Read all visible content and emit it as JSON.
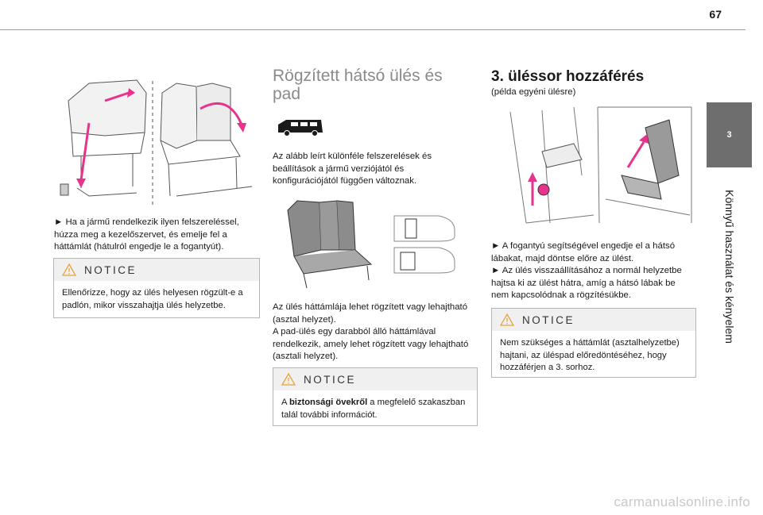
{
  "page": {
    "number": "67",
    "side_tab_number": "3",
    "side_title": "Könnyű használat és kényelem",
    "footer_watermark": "carmanualsonline.info"
  },
  "col1": {
    "instruction": "► Ha a jármű rendelkezik ilyen felszereléssel, húzza meg a kezelőszervet, és emelje fel a háttámlát (hátulról engedje le a fogantyút).",
    "notice": {
      "title": "NOTICE",
      "body": "Ellenőrizze, hogy az ülés helyesen rögzült-e a padlón, mikor visszahajtja ülés helyzetbe."
    }
  },
  "col2": {
    "heading": "Rögzített hátsó ülés és pad",
    "intro": "Az alább leírt különféle felszerelések és beállítások a jármű verziójától és konfigurációjától függően változnak.",
    "desc1": "Az ülés háttámlája lehet rögzített vagy lehajtható (asztal helyzet).",
    "desc2": "A pad-ülés egy darabból álló háttámlával rendelkezik, amely lehet rögzített vagy lehajtható (asztali helyzet).",
    "notice": {
      "title": "NOTICE",
      "bold": "biztonsági övekről",
      "pre": "A ",
      "post": " a megfelelő szakaszban talál további információt."
    }
  },
  "col3": {
    "heading": "3. üléssor hozzáférés",
    "subheading": "(példa egyéni ülésre)",
    "step1": "► A fogantyú segítségével engedje el a hátsó lábakat, majd döntse előre az ülést.",
    "step2": "► Az ülés visszaállításához a normál helyzetbe hajtsa ki az ülést hátra, amíg a hátsó lábak be nem kapcsolódnak a rögzítésükbe.",
    "notice": {
      "title": "NOTICE",
      "body": "Nem szükséges a háttámlát (asztalhelyzetbe) hajtani, az üléspad előredöntéséhez, hogy hozzáférjen a 3. sorhoz."
    }
  },
  "colors": {
    "accent_magenta": "#e8338d",
    "warning_orange": "#e6a23c",
    "side_tab_grey": "#6e6e6e",
    "heading_grey": "#8a8a8a"
  },
  "icons": [
    "warning-triangle-icon",
    "van-silhouette-icon"
  ]
}
